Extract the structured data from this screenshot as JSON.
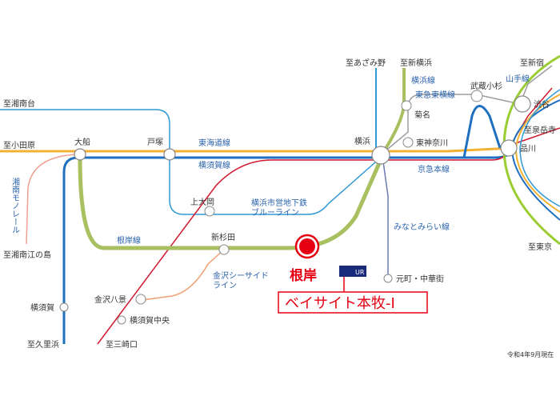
{
  "colors": {
    "tokaido": "#f3b233",
    "yokosuka": "#1f6fc0",
    "negishi": "#a8c060",
    "keikyu": "#d0182f",
    "tokyu_toyoko": "#9e9e9e",
    "minatomirai": "#6b7ab5",
    "blueline": "#2e9ad6",
    "yamanote": "#9acd32",
    "monorail": "#f0a090",
    "kanazawa_seaside": "#f0a070",
    "marker": "#e60012"
  },
  "line_labels": {
    "tokaido": "東海道線",
    "yokosuka": "横須賀線",
    "negishi": "根岸線",
    "keikyu": "京急本線",
    "minatomirai": "みなとみらい線",
    "yokohama_line": "横浜線",
    "toyoko": "東急東横線",
    "yamanote": "山手線",
    "subway_1": "横浜市営地下鉄",
    "subway_2": "ブルーライン",
    "seaside_1": "金沢シーサイド",
    "seaside_2": "ライン",
    "monorail": "湘南モノレール"
  },
  "stations": {
    "ofuna": "大船",
    "totsuka": "戸塚",
    "yokohama": "横浜",
    "kikuna": "菊名",
    "higashikanagawa": "東神奈川",
    "musashikosugi": "武蔵小杉",
    "shibuya": "渋谷",
    "shinagawa": "品川",
    "kamiooka": "上大岡",
    "shinsugita": "新杉田",
    "kanazawahakkei": "金沢八景",
    "yokosukachuo": "横須賀中央",
    "yokosuka": "横須賀",
    "motomachi": "元町・中華街",
    "negishi": "根岸"
  },
  "directions": {
    "azamino": "至あざみ野",
    "shinyokohama": "至新横浜",
    "shinjuku": "至新宿",
    "shonandai": "至湘南台",
    "odawara": "至小田原",
    "shonan_enoshima": "至湘南江の島",
    "kurihama": "至久里浜",
    "misakiguchi": "至三崎口",
    "sengakuji": "至泉岳寺",
    "tokyo": "至東京"
  },
  "property": {
    "name": "ベイサイト本牧-Ⅰ",
    "station": "根岸",
    "logo": "UR"
  },
  "note": "令和4年9月現在"
}
